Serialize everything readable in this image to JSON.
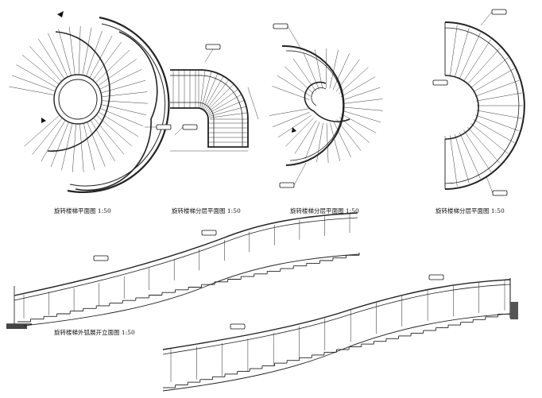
{
  "captions": {
    "plan_full": "旋转楼梯平面图 1:50",
    "plan_lower": "旋转楼梯分层平面图 1:50",
    "plan_upper": "旋转楼梯分层平面图 1:50",
    "elevation": "旋转楼梯外弧展开立面图 1:50"
  }
}
